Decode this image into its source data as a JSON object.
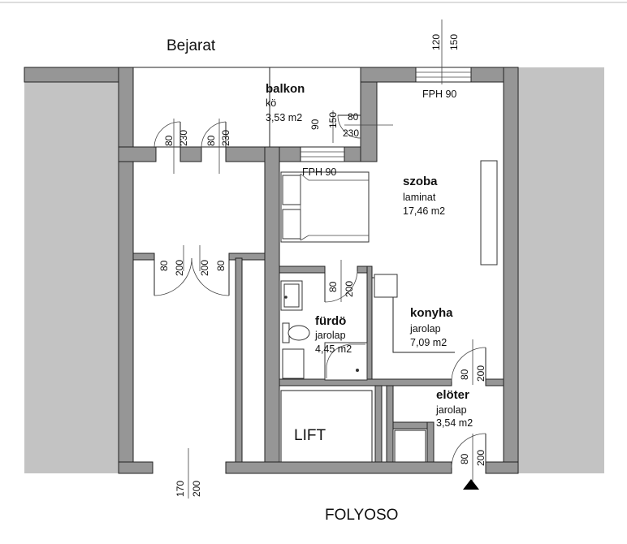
{
  "labels": {
    "entrance": "Bejarat",
    "corridor": "FOLYOSO",
    "lift": "LIFT"
  },
  "rooms": {
    "balkon": {
      "name": "balkon",
      "material": "kö",
      "area": "3,53 m2"
    },
    "szoba": {
      "name": "szoba",
      "material": "laminat",
      "area": "17,46 m2"
    },
    "furdo": {
      "name": "fürdö",
      "material": "jarolap",
      "area": "4,45 m2"
    },
    "konyha": {
      "name": "konyha",
      "material": "jarolap",
      "area": "7,09 m2"
    },
    "eloter": {
      "name": "elöter",
      "material": "jarolap",
      "area": "3,54 m2"
    }
  },
  "windows": {
    "top": {
      "label": "FPH 90",
      "width": "120",
      "height": "150"
    },
    "balkon": {
      "label": "FPH 90",
      "width": "90",
      "height": "150"
    }
  },
  "doors": {
    "entrance_left": {
      "width": "80",
      "height": "230"
    },
    "entrance_right": {
      "width": "80",
      "height": "230"
    },
    "balkon": {
      "width": "80",
      "height": "230"
    },
    "lobby_left": {
      "width": "80",
      "height": "200"
    },
    "lobby_right": {
      "width": "80",
      "height": "200"
    },
    "bathroom": {
      "width": "80",
      "height": "200"
    },
    "kitchen": {
      "width": "80",
      "height": "200"
    },
    "front": {
      "width": "80",
      "height": "200"
    },
    "corridor_opening": {
      "width": "170",
      "height": "200"
    }
  }
}
